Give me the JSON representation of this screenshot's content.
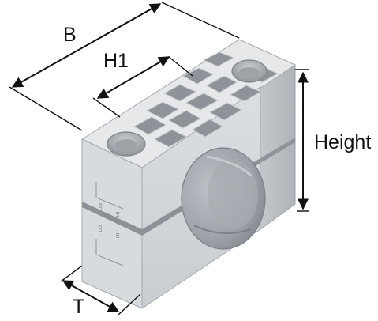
{
  "dimensions": {
    "b": "B",
    "h1": "H1",
    "height": "Height",
    "t": "T"
  },
  "molded_marks": {
    "upper_left": "LCE",
    "upper_right": "LN",
    "lower_left": "LCE",
    "lower_right": "LN"
  },
  "colors": {
    "body_front": "#d3d6d9",
    "body_side": "#bdc1c5",
    "top_frame": "#e4e6e8",
    "cell_recess": "#8e9399",
    "bore": "#9aa0a6",
    "annotation": "#111111"
  }
}
